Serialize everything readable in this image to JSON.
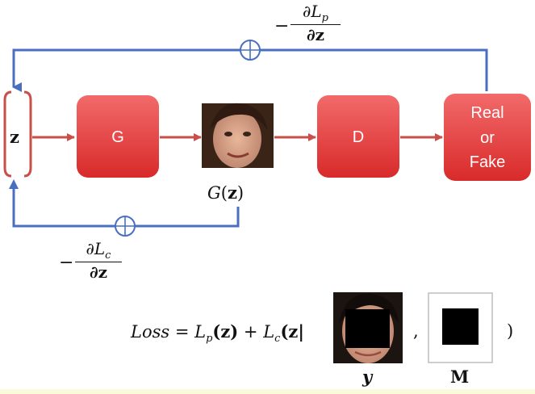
{
  "nodes": {
    "z": "z",
    "generator": "G",
    "discriminator": "D",
    "output": [
      "Real",
      "or",
      "Fake"
    ],
    "generated_label_fn": "G",
    "generated_label_arg": "z"
  },
  "gradients": {
    "top": {
      "minus": "−",
      "num_base": "∂L",
      "num_sub": "p",
      "den": "∂z"
    },
    "bottom": {
      "minus": "−",
      "num_base": "∂L",
      "num_sub": "c",
      "den": "∂z"
    }
  },
  "loss": {
    "lhs": "Loss",
    "equals": "=",
    "term1_base": "L",
    "term1_sub": "p",
    "term1_arg": "(z)",
    "plus": "+",
    "term2_base": "L",
    "term2_sub": "c",
    "term2_arg": "(z|",
    "comma": ",",
    "close": ")",
    "y_label": "y",
    "m_label": "M"
  },
  "colors": {
    "box_red": "#e83c3c",
    "arrow_red": "#c9504a",
    "loop_blue": "#4a6fc0"
  }
}
